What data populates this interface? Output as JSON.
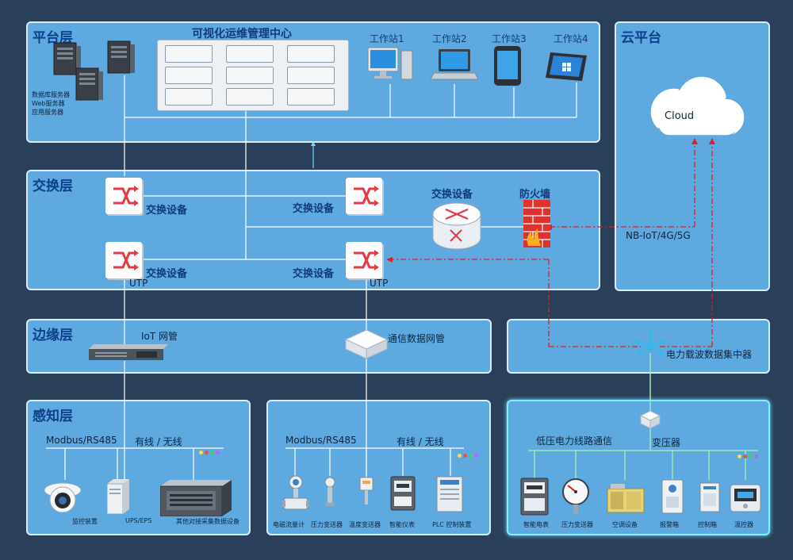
{
  "layers": {
    "platform": "平台层",
    "exchange": "交换层",
    "edge": "边缘层",
    "perception": "感知层",
    "cloud": "云平台"
  },
  "platform": {
    "center_title": "可视化运维管理中心",
    "servers_label": [
      "数据库服务器",
      "Web服务器",
      "应用服务器"
    ],
    "workstations": [
      "工作站1",
      "工作站2",
      "工作站3",
      "工作站4"
    ]
  },
  "exchange": {
    "switch_label": "交换设备",
    "router_label": "交换设备",
    "firewall_label": "防火墙",
    "utp_left": "UTP",
    "utp_right": "UTP"
  },
  "cloud": {
    "cloud_label": "Cloud",
    "link_label": "NB-IoT/4G/5G"
  },
  "edge": {
    "iot_gateway": "IoT 网管",
    "comm_gateway": "通信数据网管",
    "plc_concentrator": "电力载波数据集中器"
  },
  "perception_left": {
    "bus": "Modbus/RS485",
    "wired": "有线 / 无线",
    "devices": [
      "监控装置",
      "UPS/EPS",
      "其他对接采集数据设备"
    ]
  },
  "perception_mid": {
    "bus": "Modbus/RS485",
    "wired": "有线 / 无线",
    "devices": [
      "电磁流量计",
      "压力变送器",
      "温度变送器",
      "智能仪表",
      "PLC 控制装置"
    ]
  },
  "perception_right": {
    "plc": "低压电力线路通信",
    "transformer": "变压器",
    "devices": [
      "智能电表",
      "压力变送器",
      "空调设备",
      "报警箱",
      "控制箱",
      "温控器"
    ]
  },
  "colors": {
    "background": "#2a3f59",
    "panel": "#5ea9e0",
    "title": "#0f3f8c",
    "red_dash": "#e02020",
    "green_bus": "#9fe8b8"
  }
}
